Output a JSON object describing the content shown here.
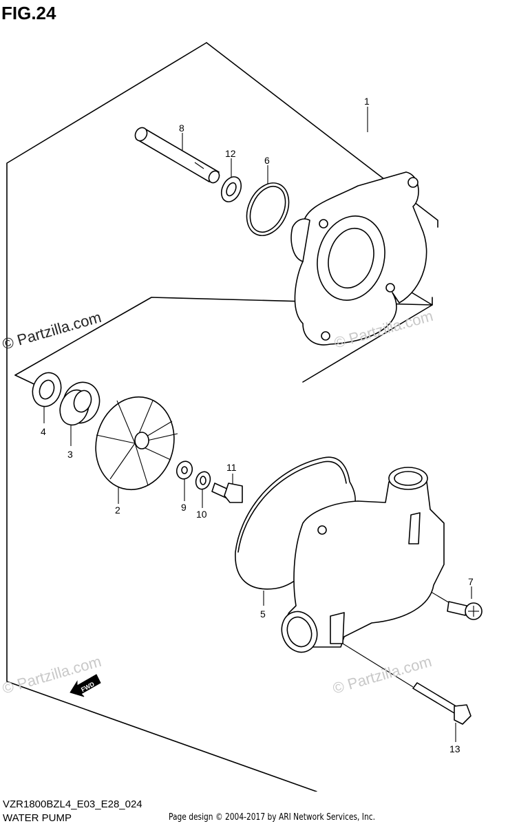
{
  "figure": {
    "title": "FIG.24"
  },
  "callouts": {
    "p1": "1",
    "p2": "2",
    "p3": "3",
    "p4": "4",
    "p5": "5",
    "p6": "6",
    "p7": "7",
    "p8": "8",
    "p9": "9",
    "p10": "10",
    "p11": "11",
    "p12": "12",
    "p13": "13"
  },
  "direction_label": "FWD",
  "watermarks": {
    "main": "© Partzilla.com",
    "faint": "© Partzilla.com"
  },
  "footer": {
    "model_code": "VZR1800BZL4_E03_E28_024",
    "diagram_name": "WATER PUMP",
    "credit": "Page design © 2004-2017 by ARI Network Services, Inc."
  }
}
